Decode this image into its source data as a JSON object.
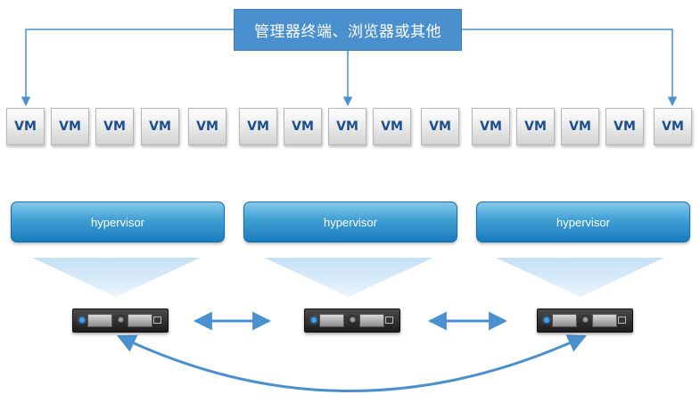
{
  "management": {
    "label": "管理器终端、浏览器或其他"
  },
  "vms": [
    {
      "label": "VM"
    },
    {
      "label": "VM"
    },
    {
      "label": "VM"
    },
    {
      "label": "VM"
    },
    {
      "label": "VM"
    },
    {
      "label": "VM"
    },
    {
      "label": "VM"
    },
    {
      "label": "VM"
    },
    {
      "label": "VM"
    },
    {
      "label": "VM"
    },
    {
      "label": "VM"
    },
    {
      "label": "VM"
    },
    {
      "label": "VM"
    },
    {
      "label": "VM"
    },
    {
      "label": "VM"
    }
  ],
  "hypervisors": [
    {
      "label": "hypervisor"
    },
    {
      "label": "hypervisor"
    },
    {
      "label": "hypervisor"
    }
  ],
  "servers": [
    {
      "icon": "server-icon"
    },
    {
      "icon": "server-icon"
    },
    {
      "icon": "server-icon"
    }
  ],
  "colors": {
    "management_fill": "#4a90cf",
    "connector": "#4a90cf",
    "vm_text": "#1b4d8f",
    "hypervisor_fill": "#1a7bbd",
    "beam": "#cfe6f7"
  }
}
